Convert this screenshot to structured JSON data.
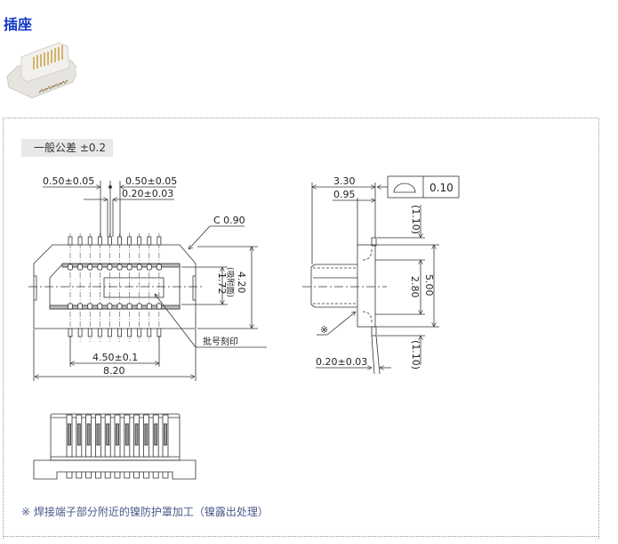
{
  "header": {
    "title": "插座"
  },
  "tolerance": {
    "label": "一般公差 ±0.2"
  },
  "front_view": {
    "pitch_left": "0.50±0.05",
    "pitch_right": "0.50±0.05",
    "pin_width": "0.20±0.03",
    "chamfer": "C 0.90",
    "suction_height": "1.72",
    "suction_label": "(吸附面)",
    "height": "4.20",
    "marking": "批号刻印",
    "pin_span": "4.50±0.1",
    "width": "8.20"
  },
  "side_view": {
    "depth": "3.30",
    "flange": "0.95",
    "flatness": "0.10",
    "top_offset": "(1.10)",
    "inner": "2.80",
    "outer": "5.00",
    "bottom_offset": "(1.10)",
    "thickness": "0.20±0.03",
    "note_mark": "※"
  },
  "footnote": "※ 焊接端子部分附近的镍防护罩加工（镍露出处理）"
}
